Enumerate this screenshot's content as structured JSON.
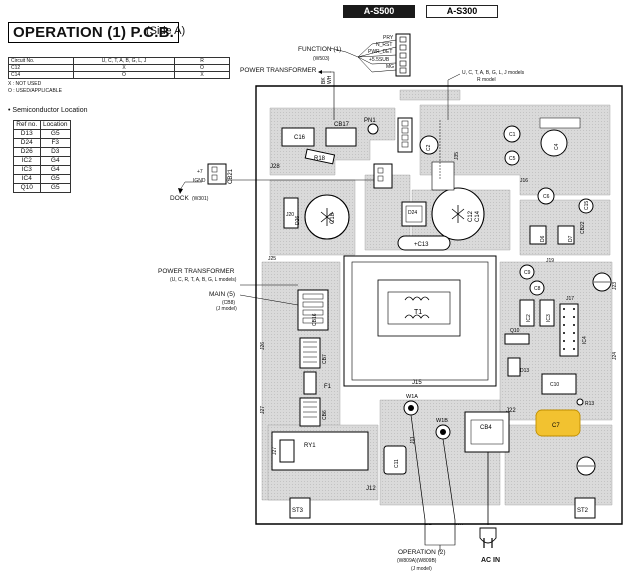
{
  "header": {
    "title": "OPERATION (1) P.C.B.",
    "side": "(Side A)",
    "model_a": "A-S500",
    "model_b": "A-S300"
  },
  "circuit_table": {
    "headers": [
      "Circuit No.",
      "U, C, T, A, B, G, L, J",
      "R"
    ],
    "rows": [
      [
        "C12",
        "X",
        "O"
      ],
      [
        "C14",
        "O",
        "X"
      ]
    ],
    "legend": [
      "X : NOT USED",
      "O : USED/APPLICABLE"
    ]
  },
  "semiconductor": {
    "title": "• Semiconductor Location",
    "headers": [
      "Ref no.",
      "Location"
    ],
    "rows": [
      [
        "D13",
        "G5"
      ],
      [
        "D24",
        "F3"
      ],
      [
        "D26",
        "D3"
      ],
      [
        "IC2",
        "G4"
      ],
      [
        "IC3",
        "G4"
      ],
      [
        "IC4",
        "G5"
      ],
      [
        "Q10",
        "G5"
      ]
    ]
  },
  "connectors": {
    "function": {
      "title": "FUNCTION (1)",
      "ref": "(W503)",
      "pins": [
        "PRY",
        "N_RST",
        "PWR_DET",
        "+5.5SUB",
        "MG"
      ]
    },
    "power_transformer_top": "POWER TRANSFORMER",
    "dock": {
      "pins": [
        "+7",
        "IGND"
      ],
      "title": "DOCK",
      "ref": "(W301)"
    },
    "power_transformer_left": {
      "title": "POWER TRANSFORMER",
      "note": "(U, C, R, T, A, B, G, L models)"
    },
    "main": {
      "title": "MAIN (5)",
      "ref": "(CB8)",
      "note": "(J model)"
    },
    "operation": {
      "title": "OPERATION (2)",
      "ref": "(W809A)(W809B)",
      "note": "(J model)"
    },
    "ac_in": "AC IN",
    "models_note_1": "U, C, T, A, B, G, L, J models",
    "models_note_2": "R model",
    "wire_labels": [
      "BE",
      "WH",
      "BK",
      "WH"
    ]
  },
  "components": {
    "caps": [
      "C16",
      "CB17",
      "PN1",
      "C1",
      "C6",
      "C5",
      "C4",
      "C2",
      "C18",
      "C12",
      "C14",
      "C13",
      "C9",
      "C8",
      "C10",
      "C7",
      "C11",
      "CB4",
      "C15"
    ],
    "ics": [
      "IC2",
      "IC3",
      "IC4"
    ],
    "diodes": [
      "D24",
      "D26",
      "D13",
      "Q10",
      "D6",
      "D7"
    ],
    "misc": [
      "J28",
      "R18",
      "CB21",
      "CB16",
      "CB7",
      "CB6",
      "F1",
      "T1",
      "J15",
      "RY1",
      "W1A",
      "W1B",
      "J11",
      "J12",
      "J22",
      "J19",
      "J17",
      "J26",
      "J27",
      "J20",
      "J23",
      "J24",
      "CB22",
      "R13",
      "ST3",
      "ST2",
      "J35"
    ]
  },
  "highlight": {
    "label": "C7",
    "color": "#f2c230"
  }
}
